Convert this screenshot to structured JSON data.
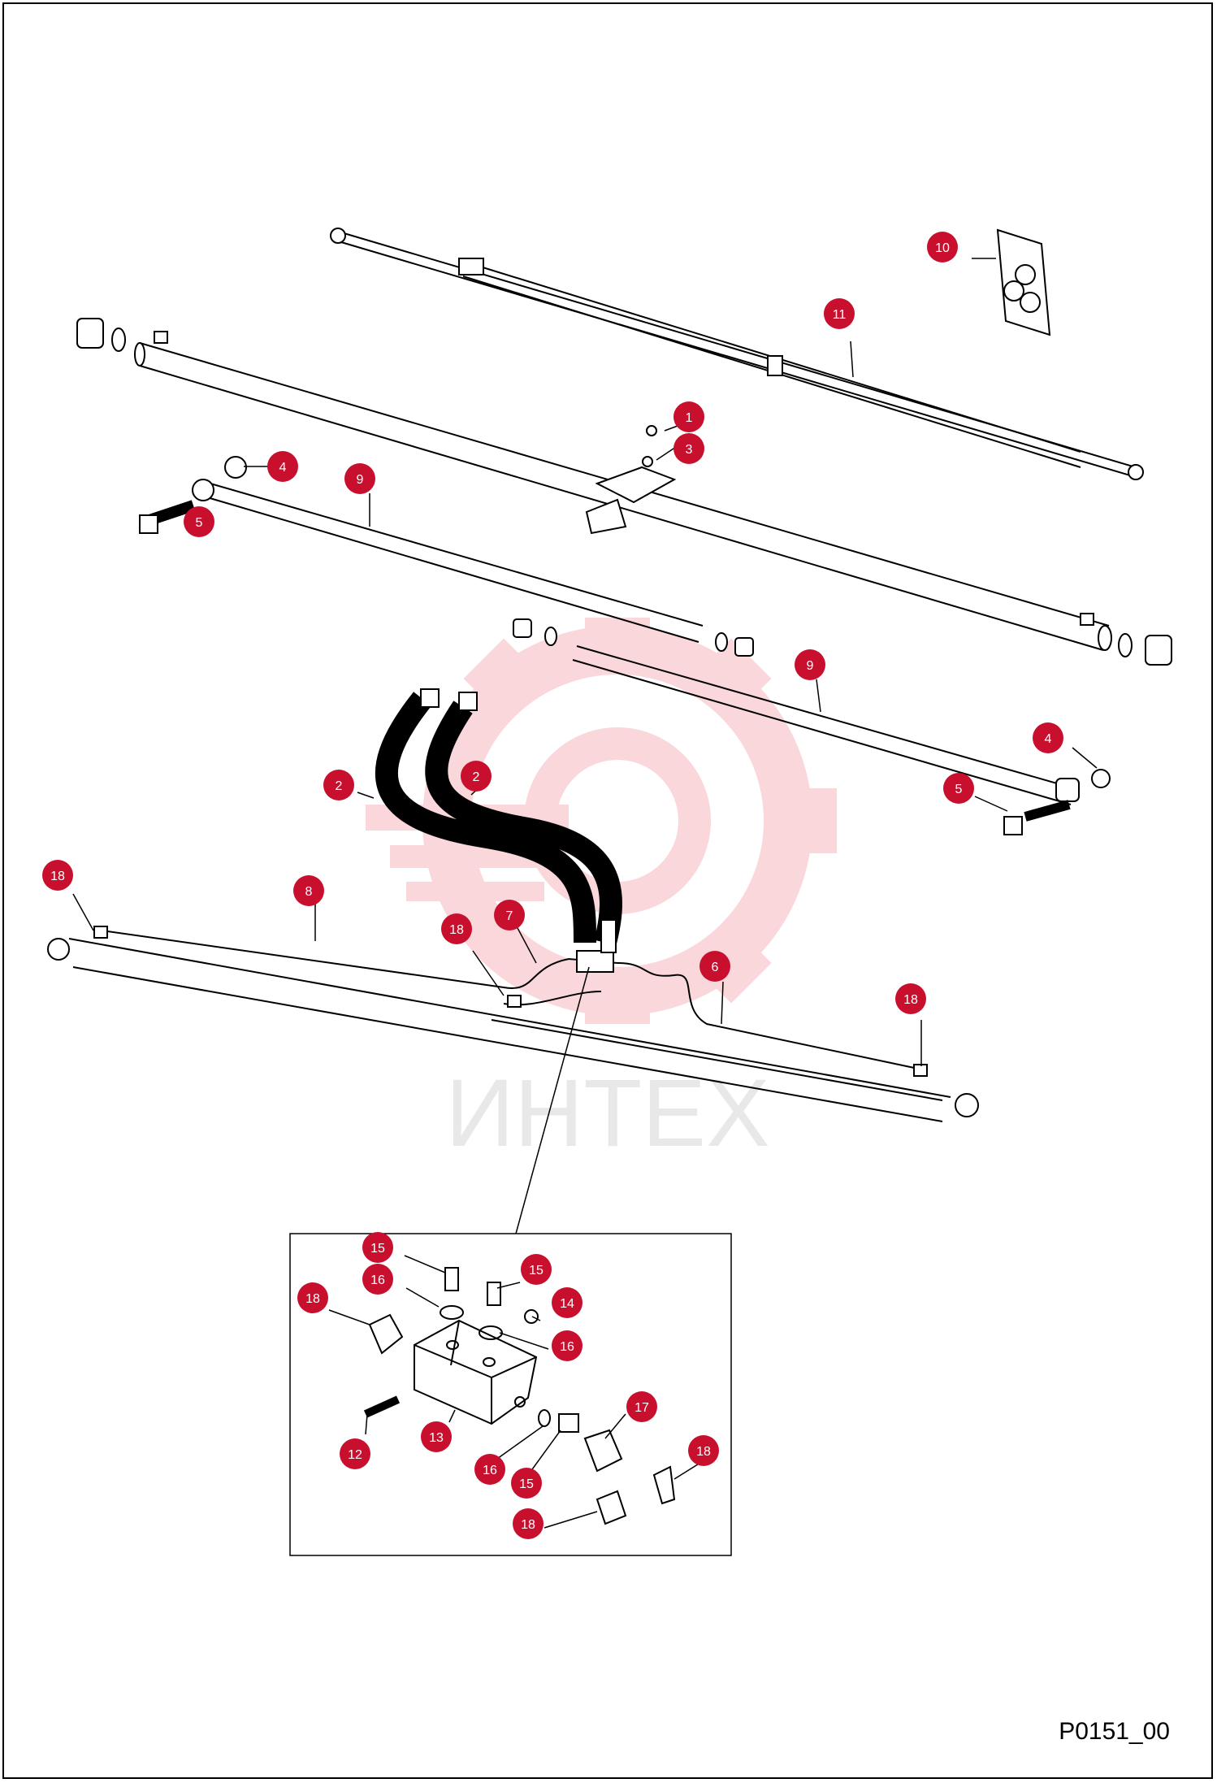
{
  "drawing": {
    "code": "P0151_00",
    "watermark_text": "ИНТЕХ",
    "colors": {
      "line": "#000000",
      "callout": "#c8102e",
      "callout_text": "#ffffff",
      "watermark": "#e8e8e8",
      "watermark_logo": "#f7b7bd"
    }
  },
  "callouts": [
    {
      "label": "10"
    },
    {
      "label": "11"
    },
    {
      "label": "1"
    },
    {
      "label": "3"
    },
    {
      "label": "4"
    },
    {
      "label": "9"
    },
    {
      "label": "5"
    },
    {
      "label": "9"
    },
    {
      "label": "4"
    },
    {
      "label": "5"
    },
    {
      "label": "2"
    },
    {
      "label": "2"
    },
    {
      "label": "18"
    },
    {
      "label": "8"
    },
    {
      "label": "7"
    },
    {
      "label": "18"
    },
    {
      "label": "6"
    },
    {
      "label": "18"
    },
    {
      "label": "15"
    },
    {
      "label": "16"
    },
    {
      "label": "15"
    },
    {
      "label": "18"
    },
    {
      "label": "14"
    },
    {
      "label": "16"
    },
    {
      "label": "17"
    },
    {
      "label": "12"
    },
    {
      "label": "13"
    },
    {
      "label": "18"
    },
    {
      "label": "16"
    },
    {
      "label": "15"
    },
    {
      "label": "18"
    }
  ]
}
